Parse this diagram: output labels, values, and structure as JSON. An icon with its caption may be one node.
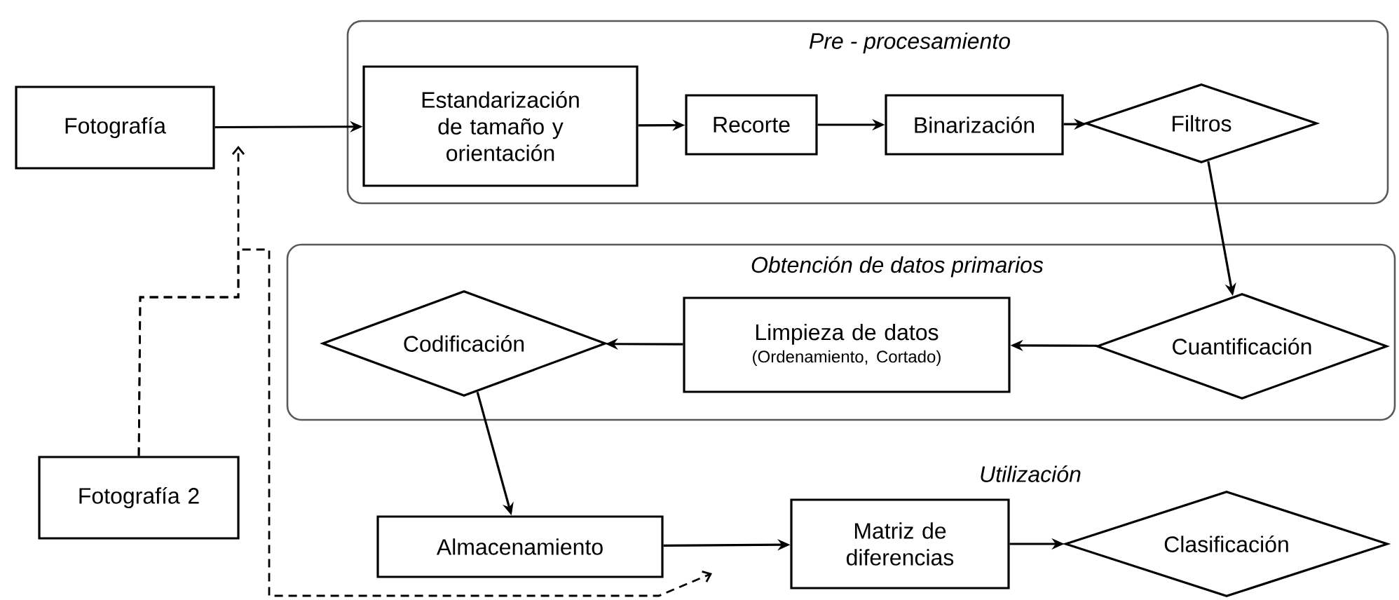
{
  "diagram": {
    "nodes": [
      {
        "text": [
          "Fotografía"
        ]
      },
      {
        "text": [
          "Pre - procesamiento"
        ]
      },
      {
        "text": [
          "Estandarización de tamaño y orientación"
        ],
        "in": 1
      },
      {
        "text": [
          "Recorte"
        ],
        "in": 1
      },
      {
        "text": [
          "Binarización"
        ],
        "in": 1
      },
      {
        "text": [
          "Filtros"
        ],
        "in": 1
      },
      {
        "text": [
          "Obtención de datos primarios"
        ]
      },
      {
        "text": [
          "Cuantificación"
        ],
        "in": 6
      },
      {
        "text": [
          "Limpieza de datos",
          "(Ordenamiento, Cortado)"
        ],
        "in": 6
      },
      {
        "text": [
          "Codificación"
        ],
        "in": 6
      },
      {
        "text": [
          "Fotografía 2"
        ]
      },
      {
        "text": [
          "Almacenamiento"
        ]
      },
      {
        "text": [
          "Matriz de diferencias"
        ]
      },
      {
        "text": [
          "Clasificación"
        ]
      }
    ],
    "edges": [
      {
        "from": 0,
        "to": 2,
        "arrow": "to"
      },
      {
        "from": 2,
        "to": 3,
        "arrow": "to"
      },
      {
        "from": 3,
        "to": 4,
        "arrow": "to"
      },
      {
        "from": 4,
        "to": 5,
        "arrow": "to"
      },
      {
        "from": 5,
        "to": 7,
        "arrow": "to"
      },
      {
        "from": 7,
        "to": 8,
        "arrow": "to"
      },
      {
        "from": 8,
        "to": 9,
        "arrow": "to"
      },
      {
        "from": 9,
        "to": 11,
        "arrow": "to"
      },
      {
        "from": 11,
        "to": 12,
        "arrow": "to"
      },
      {
        "from": 12,
        "to": 13,
        "arrow": "to"
      },
      {
        "from": 10,
        "to": null,
        "arrow": "to",
        "style": "dashed"
      },
      {
        "from": 10,
        "to": null,
        "arrow": "to",
        "style": "dashed"
      }
    ],
    "labels": [
      "Utilización"
    ]
  }
}
